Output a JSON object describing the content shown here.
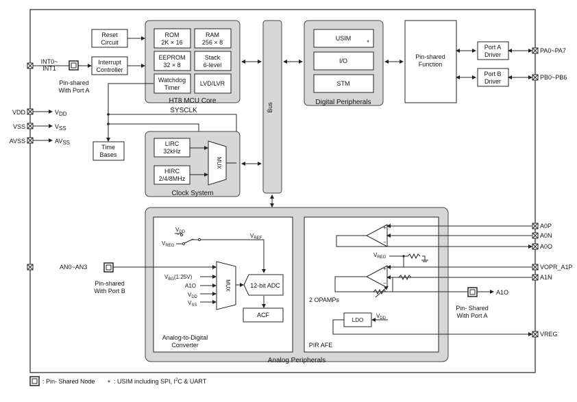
{
  "core": {
    "title": "HT8 MCU Core",
    "rom": [
      "ROM",
      "2K × 16"
    ],
    "ram": [
      "RAM",
      "256 × 8"
    ],
    "eeprom": [
      "EEPROM",
      "32 × 8"
    ],
    "stack": [
      "Stack",
      "6-level"
    ],
    "wdt": [
      "Watchdog",
      "Timer"
    ],
    "lvd": "LVD/LVR"
  },
  "reset": [
    "Reset",
    "Circuit"
  ],
  "interrupt": [
    "Interrupt",
    "Controller"
  ],
  "int_pin": [
    "INT0~",
    "INT1"
  ],
  "int_note": [
    "Pin-shared",
    "With Port A"
  ],
  "power": {
    "vdd": "VDD",
    "vss": "VSS",
    "avss": "AVSS",
    "vdd_out": "V",
    "vdd_sub": "DD",
    "vss_out": "V",
    "vss_sub": "SS",
    "avss_out": "AV",
    "avss_sub": "SS"
  },
  "sysclk": "SYSCLK",
  "timebases": [
    "Time",
    "Bases"
  ],
  "clock": {
    "title": "Clock System",
    "lirc": [
      "LIRC",
      "32kHz"
    ],
    "hirc": [
      "HIRC",
      "2/4/8MHz"
    ],
    "mux": "MUX"
  },
  "bus": "Bus",
  "digital": {
    "title": "Digital Peripherals",
    "usim": "USIM",
    "star": "*",
    "io": "I/O",
    "stm": "STM"
  },
  "pinshared_function": [
    "Pin-shared",
    "Function"
  ],
  "porta": [
    "Port A",
    "Driver"
  ],
  "portb": [
    "Port B",
    "Driver"
  ],
  "pa_pins": "PA0~PA7",
  "pb_pins": "PB0~PB6",
  "analog": {
    "title": "Analog Peripherals",
    "adc_title": [
      "Analog-to-Digital",
      "Converter"
    ],
    "an_pins": "AN0~AN3",
    "an_note": [
      "Pin-shared",
      "With Port B"
    ],
    "vbg": "(1.25V)",
    "a1o": "A1O",
    "mux": "MUX",
    "adc": "12-bit ADC",
    "acf": "ACF",
    "vref": "REF",
    "vreg_lbl": "REG",
    "vdd_lbl": "DD",
    "vss_lbl": "SS",
    "bg_lbl": "BG"
  },
  "pir": {
    "title": "PIR AFE",
    "opamps": "2 OPAMPs",
    "ldo": "LDO",
    "vreg_pin": "VREG",
    "a0p": "A0P",
    "a0n": "A0N",
    "a0o": "A0O",
    "vopr": "VOPR_A1P",
    "a1n": "A1N",
    "a1o_pin": "A1O",
    "a1o_note": [
      "Pin- Shared",
      "With Port A"
    ]
  },
  "legend": {
    "node": ": Pin- Shared Node",
    "star": "*",
    "usim_pre": ": USIM including SPI, I",
    "usim_sup": "2",
    "usim_post": "C & UART"
  }
}
